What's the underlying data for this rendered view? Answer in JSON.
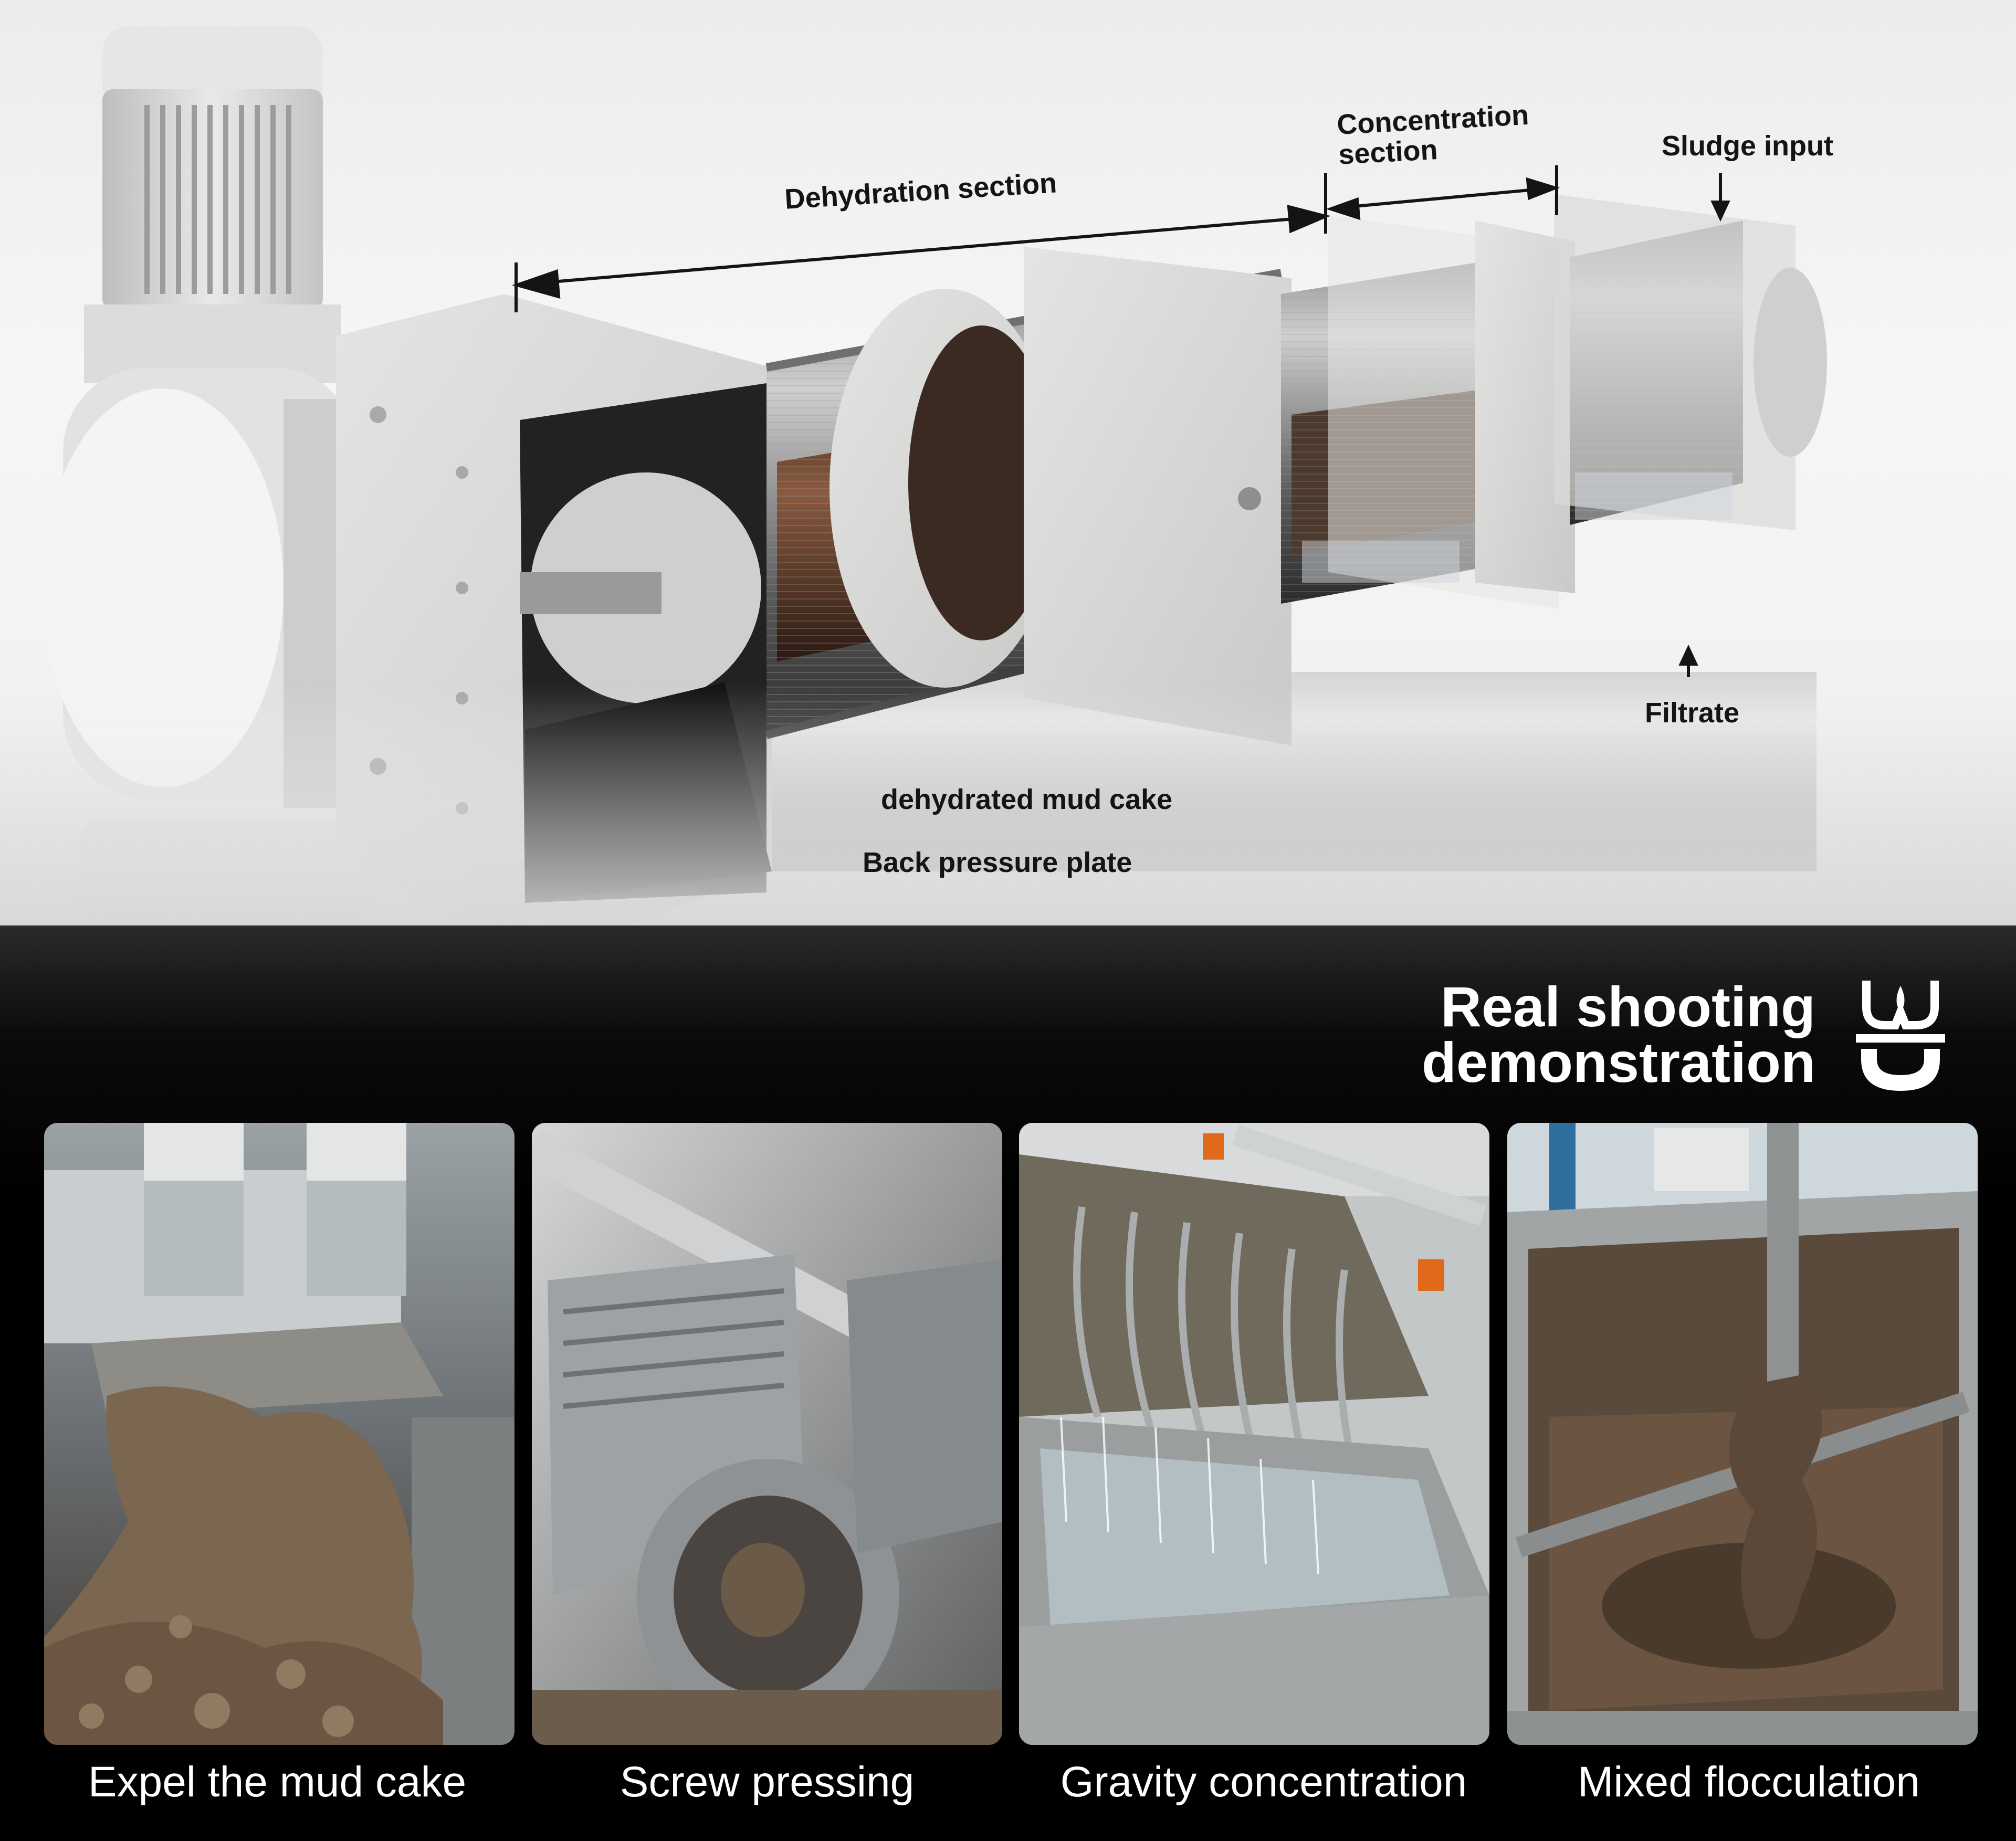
{
  "diagram": {
    "labels": {
      "dehydration_section": "Dehydration section",
      "concentration_section_line1": "Concentration",
      "concentration_section_line2": "section",
      "sludge_input": "Sludge input",
      "filtrate": "Filtrate",
      "mud_cake": "dehydrated mud cake",
      "back_pressure_plate": "Back pressure plate"
    }
  },
  "demo": {
    "heading_line1": "Real shooting",
    "heading_line2": "demonstration",
    "icon": "sludge-drop-icon",
    "photos": [
      {
        "caption": "Expel the mud cake"
      },
      {
        "caption": "Screw pressing"
      },
      {
        "caption": "Gravity concentration"
      },
      {
        "caption": "Mixed flocculation"
      }
    ]
  },
  "colors": {
    "machine_steel": "#d8d8d6",
    "sludge": "#6b4a35",
    "background_dark": "#000000",
    "label_text": "#141414",
    "caption_text": "#ffffff"
  }
}
